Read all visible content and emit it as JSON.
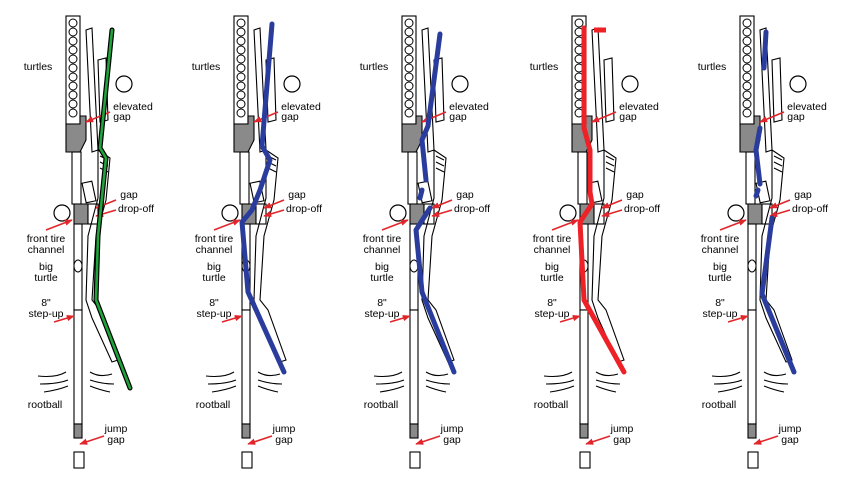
{
  "colors": {
    "green": "#1fa33a",
    "blue": "#2b3d9c",
    "red": "#ee2127",
    "pointer": "#e1262b",
    "gray": "#8a8a8a"
  },
  "labels": {
    "turtles": "turtles",
    "elevated_1": "elevated",
    "elevated_2": "gap",
    "gap": "gap",
    "dropoff": "drop-off",
    "front_tire_1": "front tire",
    "front_tire_2": "channel",
    "big_turtle_1": "big",
    "big_turtle_2": "turtle",
    "stepup_1": "8\"",
    "stepup_2": "step-up",
    "rootball": "rootball",
    "jump_1": "jump",
    "jump_2": "gap"
  },
  "panels": [
    {
      "line_color": "green",
      "style": "thin-outlined"
    },
    {
      "line_color": "blue",
      "style": "thick"
    },
    {
      "line_color": "blue",
      "style": "thick"
    },
    {
      "line_color": "red",
      "style": "thick"
    },
    {
      "line_color": "blue",
      "style": "thick"
    }
  ]
}
